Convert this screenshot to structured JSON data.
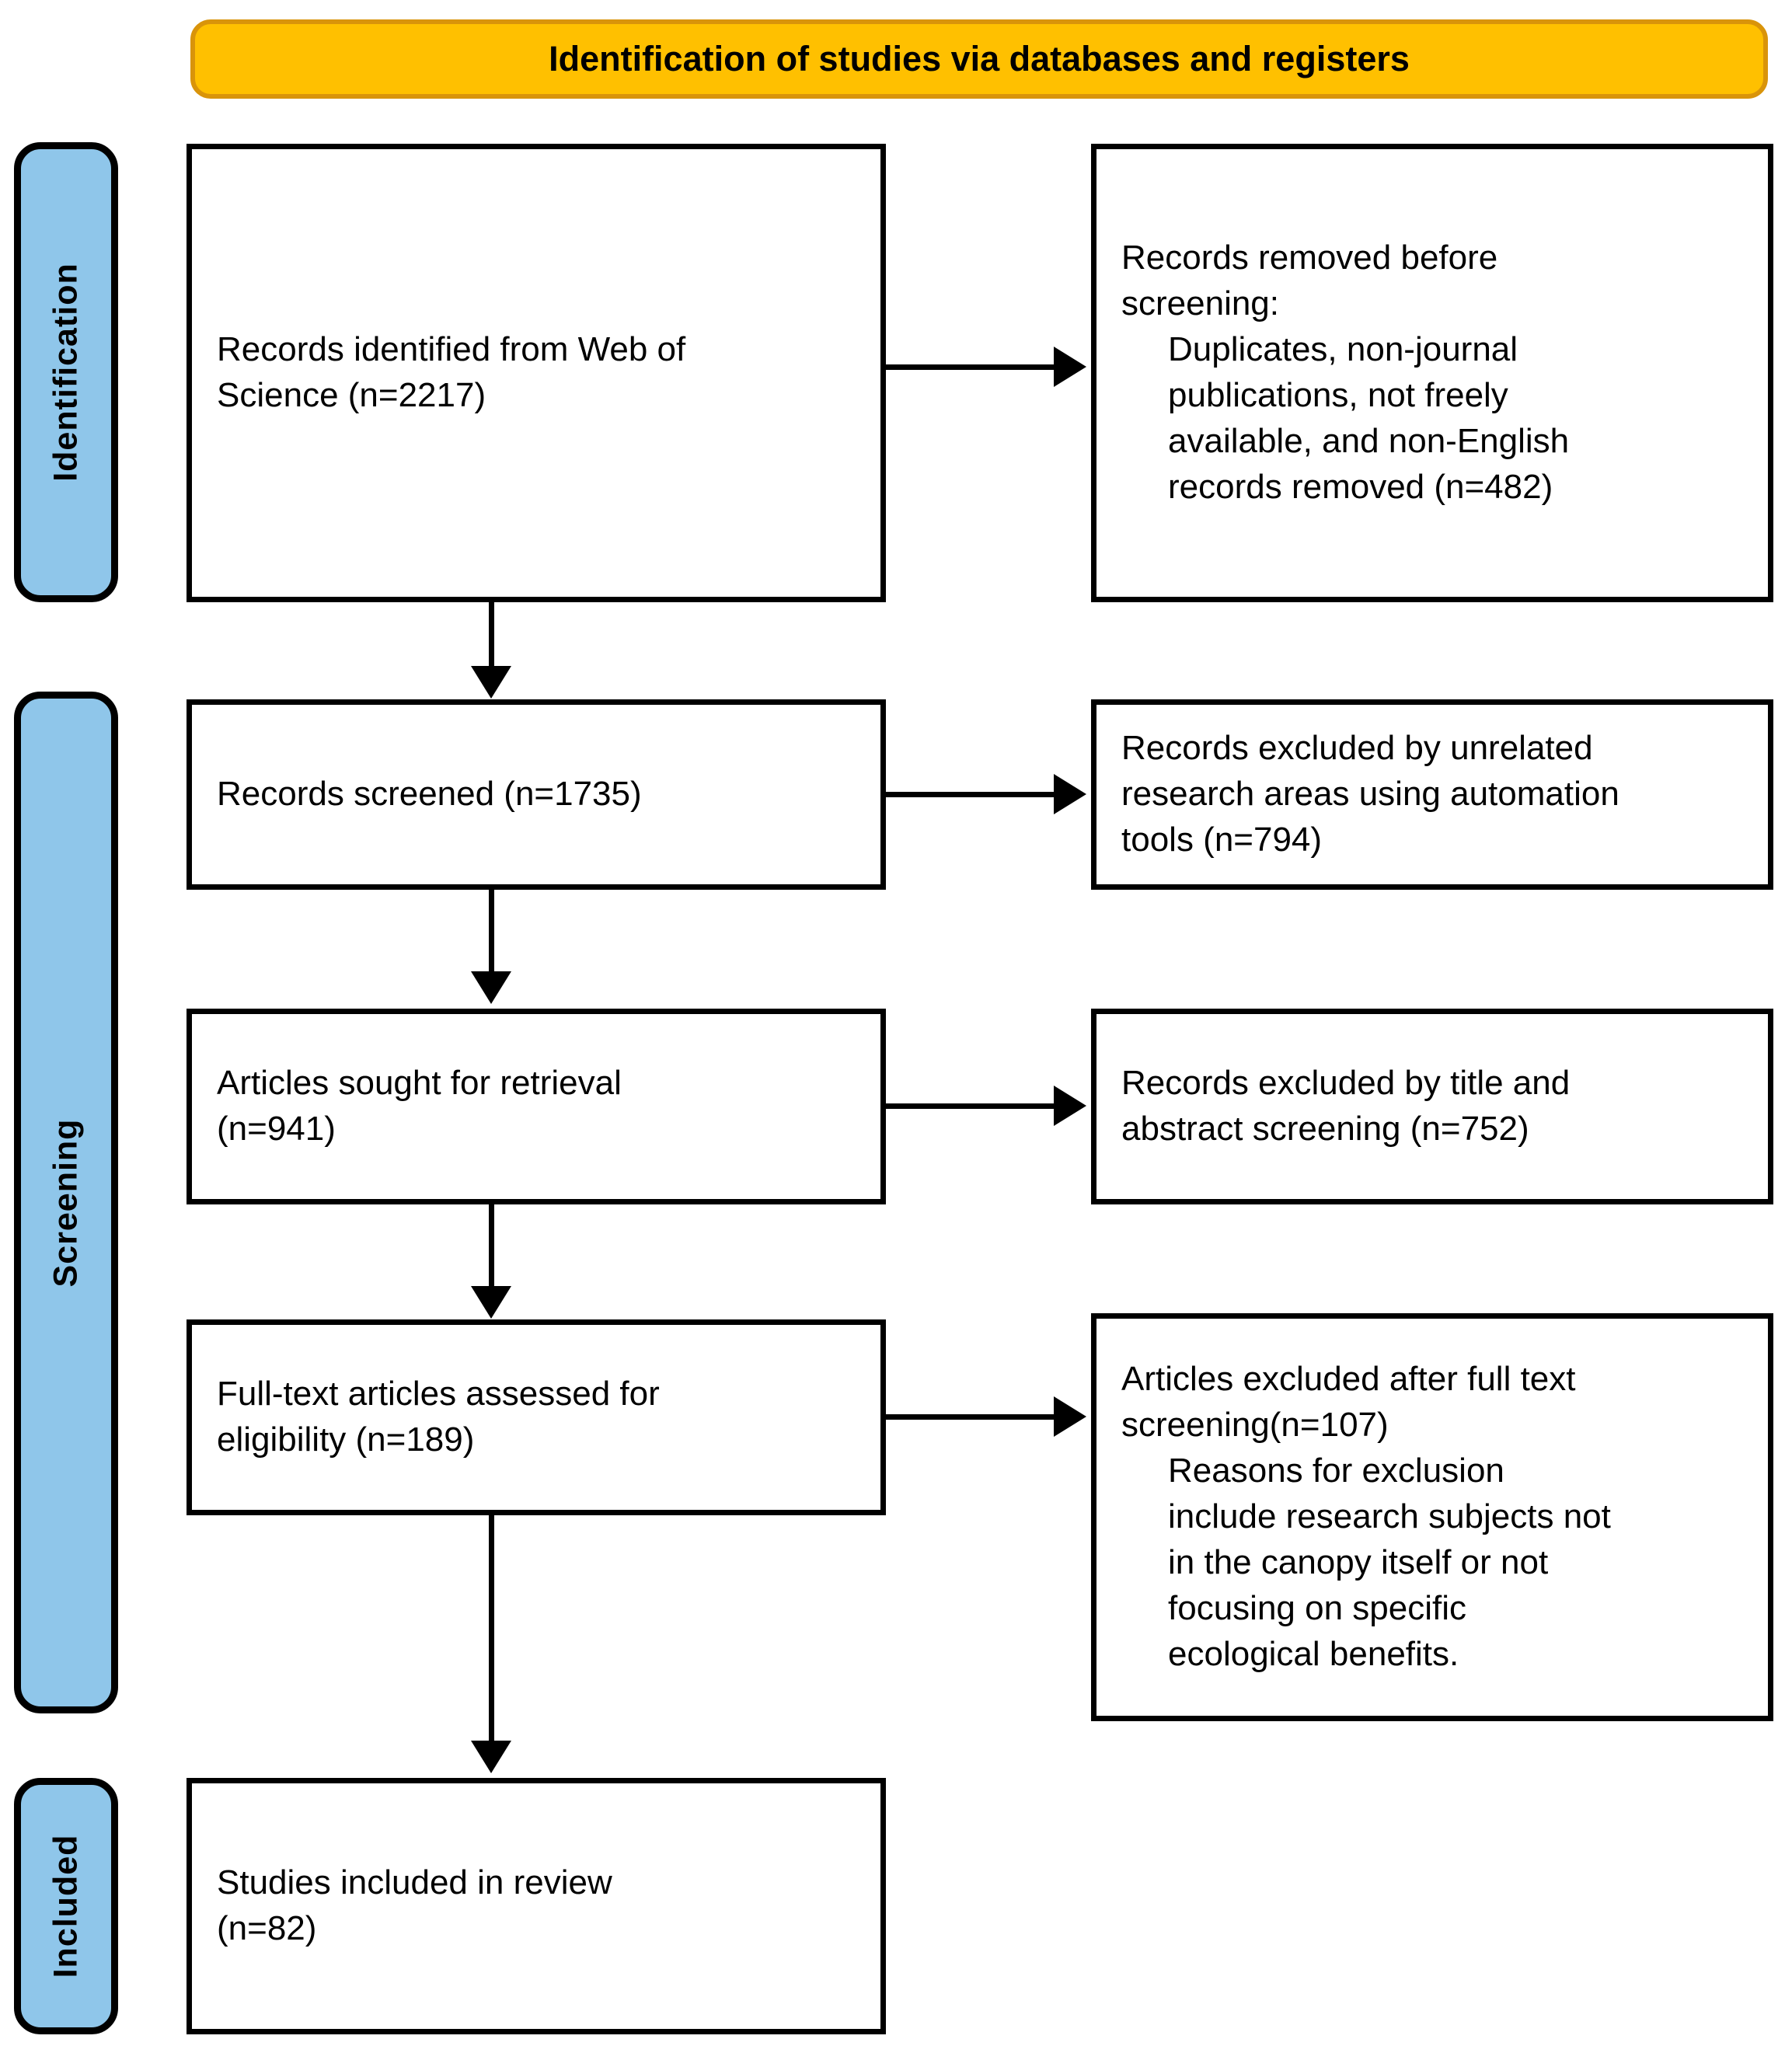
{
  "diagram": {
    "title": "Identification of studies via databases and registers",
    "colors": {
      "header_fill": "#ffc000",
      "header_border": "#d9940a",
      "stage_fill": "#8fc6ea",
      "box_border": "#000000",
      "box_fill": "#ffffff"
    }
  },
  "stages": [
    {
      "id": "identification",
      "label": "Identification"
    },
    {
      "id": "screening",
      "label": "Screening"
    },
    {
      "id": "included",
      "label": "Included"
    }
  ],
  "boxes": {
    "identified": {
      "name": "records-identified",
      "line1": "Records identified from Web of",
      "line2": "Science (n=2217)"
    },
    "removed_before_screening": {
      "name": "records-removed-before-screening",
      "line1": "Records removed before",
      "line2": "screening:",
      "indent1": "Duplicates, non-journal",
      "indent2": "publications, not freely",
      "indent3": "available, and non-English",
      "indent4": "records removed (n=482)"
    },
    "records_screened": {
      "name": "records-screened",
      "line1": "Records screened (n=1735)"
    },
    "excluded_automation": {
      "name": "records-excluded-automation",
      "line1": "Records excluded by unrelated",
      "line2": "research areas using automation",
      "line3": "tools (n=794)"
    },
    "sought_retrieval": {
      "name": "articles-sought-for-retrieval",
      "line1": "Articles sought for retrieval",
      "line2": "(n=941)"
    },
    "excluded_title_abstract": {
      "name": "records-excluded-title-abstract",
      "line1": "Records excluded by title and",
      "line2": "abstract screening (n=752)"
    },
    "fulltext_assessed": {
      "name": "full-text-articles-assessed",
      "line1": "Full-text articles assessed for",
      "line2": "eligibility (n=189)"
    },
    "excluded_fulltext": {
      "name": "articles-excluded-after-full-text",
      "line1": "Articles excluded after full text",
      "line2": "screening(n=107)",
      "indent1": "Reasons for exclusion",
      "indent2": "include research subjects not",
      "indent3": "in the canopy itself or not",
      "indent4": "focusing on specific",
      "indent5": "ecological benefits."
    },
    "studies_included": {
      "name": "studies-included-in-review",
      "line1": "Studies included in review",
      "line2": "(n=82)"
    }
  },
  "counts": {
    "identified": 2217,
    "removed_before_screening": 482,
    "screened": 1735,
    "excluded_automation": 794,
    "sought_retrieval": 941,
    "excluded_title_abstract": 752,
    "fulltext_assessed": 189,
    "excluded_fulltext": 107,
    "included": 82
  }
}
